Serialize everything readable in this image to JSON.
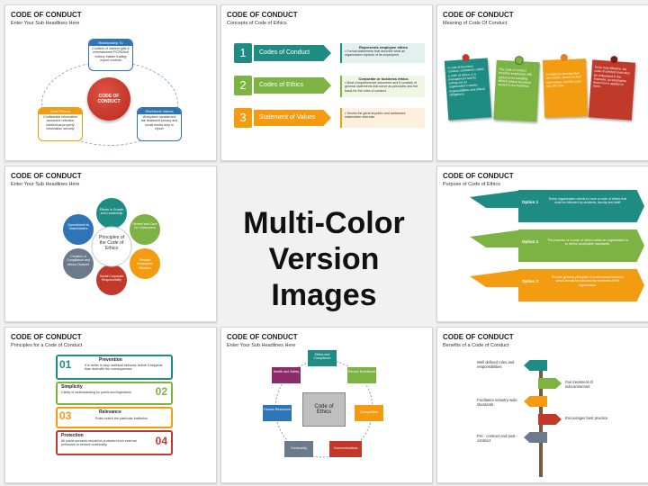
{
  "center": {
    "line1": "Multi-Color",
    "line2": "Version Images"
  },
  "slides": [
    {
      "title": "CODE OF CONDUCT",
      "subtitle": "Enter Your Sub Headlines Here",
      "center": "CODE OF CONDUCT",
      "boxes": [
        {
          "label": "Relationship To",
          "text": "Conflicts of interest gifts & entertainment PCPA/Anti bribery Insider trading export controls"
        },
        {
          "label": "Data Privacy",
          "text": "Confidential Information document retention intellectual property information security"
        },
        {
          "label": "Workforce Values",
          "text": "Workplace harassment fair treatment privacy and social media duty to report"
        }
      ]
    },
    {
      "title": "CODE OF CONDUCT",
      "subtitle": "Concepts of Code of Ethics",
      "items": [
        {
          "num": "1",
          "label": "Codes of Conduct",
          "heading": "Represents employee ethics",
          "text": "• Formal statements that describe what an organization expects of its employees"
        },
        {
          "num": "2",
          "label": "Codes of Ethics",
          "heading": "Corporate or business ethics",
          "text": "• Most comprehensive document and it consists of general statements that serve as principles and the basis for the rules of conduct"
        },
        {
          "num": "3",
          "label": "Statement of Values",
          "heading": "",
          "text": "• Serves the general public and addresses stakeholder interests"
        }
      ]
    },
    {
      "title": "CODE OF CONDUCT",
      "subtitle": "Meaning of Code Of Conduct",
      "notes": [
        "A code of business conduct, sometimes called a code of ethics, is a management tool for setting out an organization's values, responsibilities and ethical obligations.",
        "The code of conduct provides employees with guidance for handling difficult ethical situations related to the business.",
        "Companies develop their own codes, based on their core values, and the code sets the tone.",
        "To be truly effective, the code of conduct must also be embedded in the business, so employees know how it applies to them."
      ]
    },
    {
      "title": "CODE OF CONDUCT",
      "subtitle": "Enter Your Sub Headlines Here",
      "center": "Principles of the Code of Ethics",
      "petals": [
        "Efforts in Growth and Leadership",
        "Honest and Care for Consumers",
        "Positive Employees Relation",
        "Social Corporate Responsibility",
        "Creation of Compliance and ethics Channel",
        "Commitment to Stakeholders"
      ]
    },
    {
      "title": "CODE OF CONDUCT",
      "subtitle": "Purpose of Code of Ethics",
      "options": [
        {
          "label": "Option 1",
          "text": "Every organization needs to have a code of ethics that must be followed by students, faculty and staff."
        },
        {
          "label": "Option 2",
          "text": "The purpose of a code of ethics within an organization is to define acceptable standards."
        },
        {
          "label": "Option 3",
          "text": "Provide general principles of professional behavior which should be followed by members of the organization."
        }
      ]
    },
    {
      "title": "CODE OF CONDUCT",
      "subtitle": "Principles for a Code of Conduct",
      "items": [
        {
          "num": "01",
          "label": "Prevention",
          "text": "It is better to stop unethical behavior before it happens than deal with the consequences."
        },
        {
          "num": "02",
          "label": "Simplicity",
          "text": "Clarity of understanding for public and legislature"
        },
        {
          "num": "03",
          "label": "Relevance",
          "text": "Rules match the particular institution"
        },
        {
          "num": "04",
          "label": "Protection",
          "text": "All public servants should be protected from external pressures to behave unethically."
        }
      ]
    },
    {
      "title": "CODE OF CONDUCT",
      "subtitle": "Enter Your Sub Headlines Here",
      "center": "Code of Ethics",
      "nodes": [
        "Ethics and Compliance",
        "Service Excellence",
        "Competition",
        "Communications",
        "Community",
        "Human Resources",
        "Health and Safety"
      ]
    },
    {
      "title": "CODE OF CONDUCT",
      "subtitle": "Benefits of a Code of Conduct",
      "benefits": [
        "Well defined roles and responsibilities",
        "Fair treatment of subcontractors",
        "Facilitates industry-wide standards",
        "Encourages best practice",
        "Pre - contract and post - contract"
      ]
    }
  ],
  "colors": {
    "blue": "#2e75b6",
    "red": "#c0392b",
    "orange": "#f39c12",
    "green": "#7cb342",
    "teal": "#1e8c82",
    "gray": "#6b7b8c",
    "purple": "#8e2c6b"
  }
}
